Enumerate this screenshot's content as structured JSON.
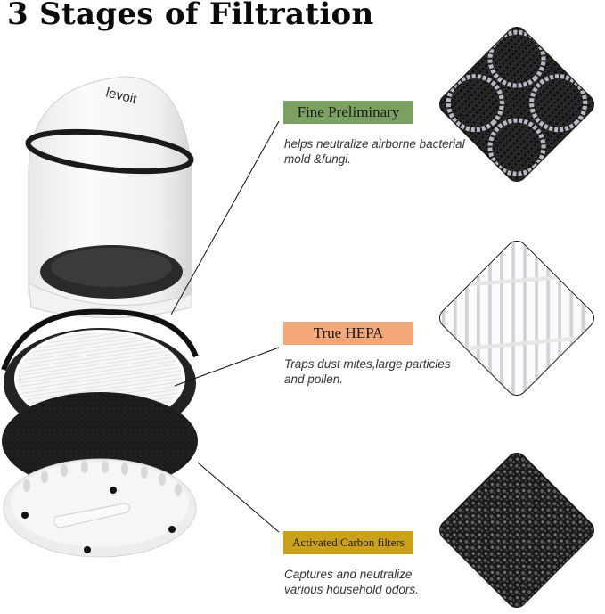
{
  "title": "3 Stages of Filtration",
  "product": {
    "brand_logo": "levoit"
  },
  "stages": [
    {
      "label": "Fine Preliminary",
      "label_color": "#7aa062",
      "description_line1": "helps neutralize airborne bacterial",
      "description_line2": "mold &fungi.",
      "swatch": "pre-filter-mesh"
    },
    {
      "label": "True HEPA",
      "label_color": "#f4a879",
      "description_line1": "Traps dust mites,large particles",
      "description_line2": "and pollen.",
      "swatch": "hepa-pleats"
    },
    {
      "label": "Activated Carbon filters",
      "label_color": "#c9a11a",
      "description_line1": "Captures and neutralize",
      "description_line2": "various household odors.",
      "swatch": "carbon-granules"
    }
  ]
}
